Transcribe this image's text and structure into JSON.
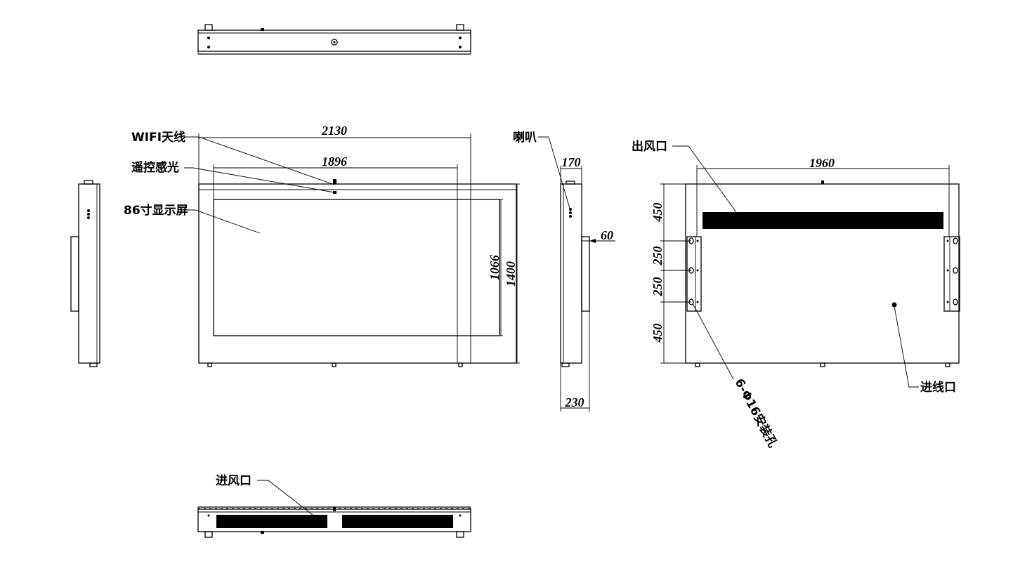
{
  "labels": {
    "wifi_antenna": "WIFI天线",
    "remote_sensor": "遥控感光",
    "display_screen": "86寸显示屏",
    "speaker": "喇叭",
    "air_outlet": "出风口",
    "cable_inlet": "进线口",
    "mounting_holes": "6-Φ16安装孔",
    "air_inlet": "进风口"
  },
  "dimensions": {
    "overall_width": "2130",
    "screen_width": "1896",
    "screen_height": "1066",
    "overall_height": "1400",
    "side_depth_top": "170",
    "side_offset": "60",
    "side_depth_bottom": "230",
    "rear_width": "1960",
    "rear_v1": "450",
    "rear_v2": "250",
    "rear_v3": "250",
    "rear_v4": "450"
  }
}
